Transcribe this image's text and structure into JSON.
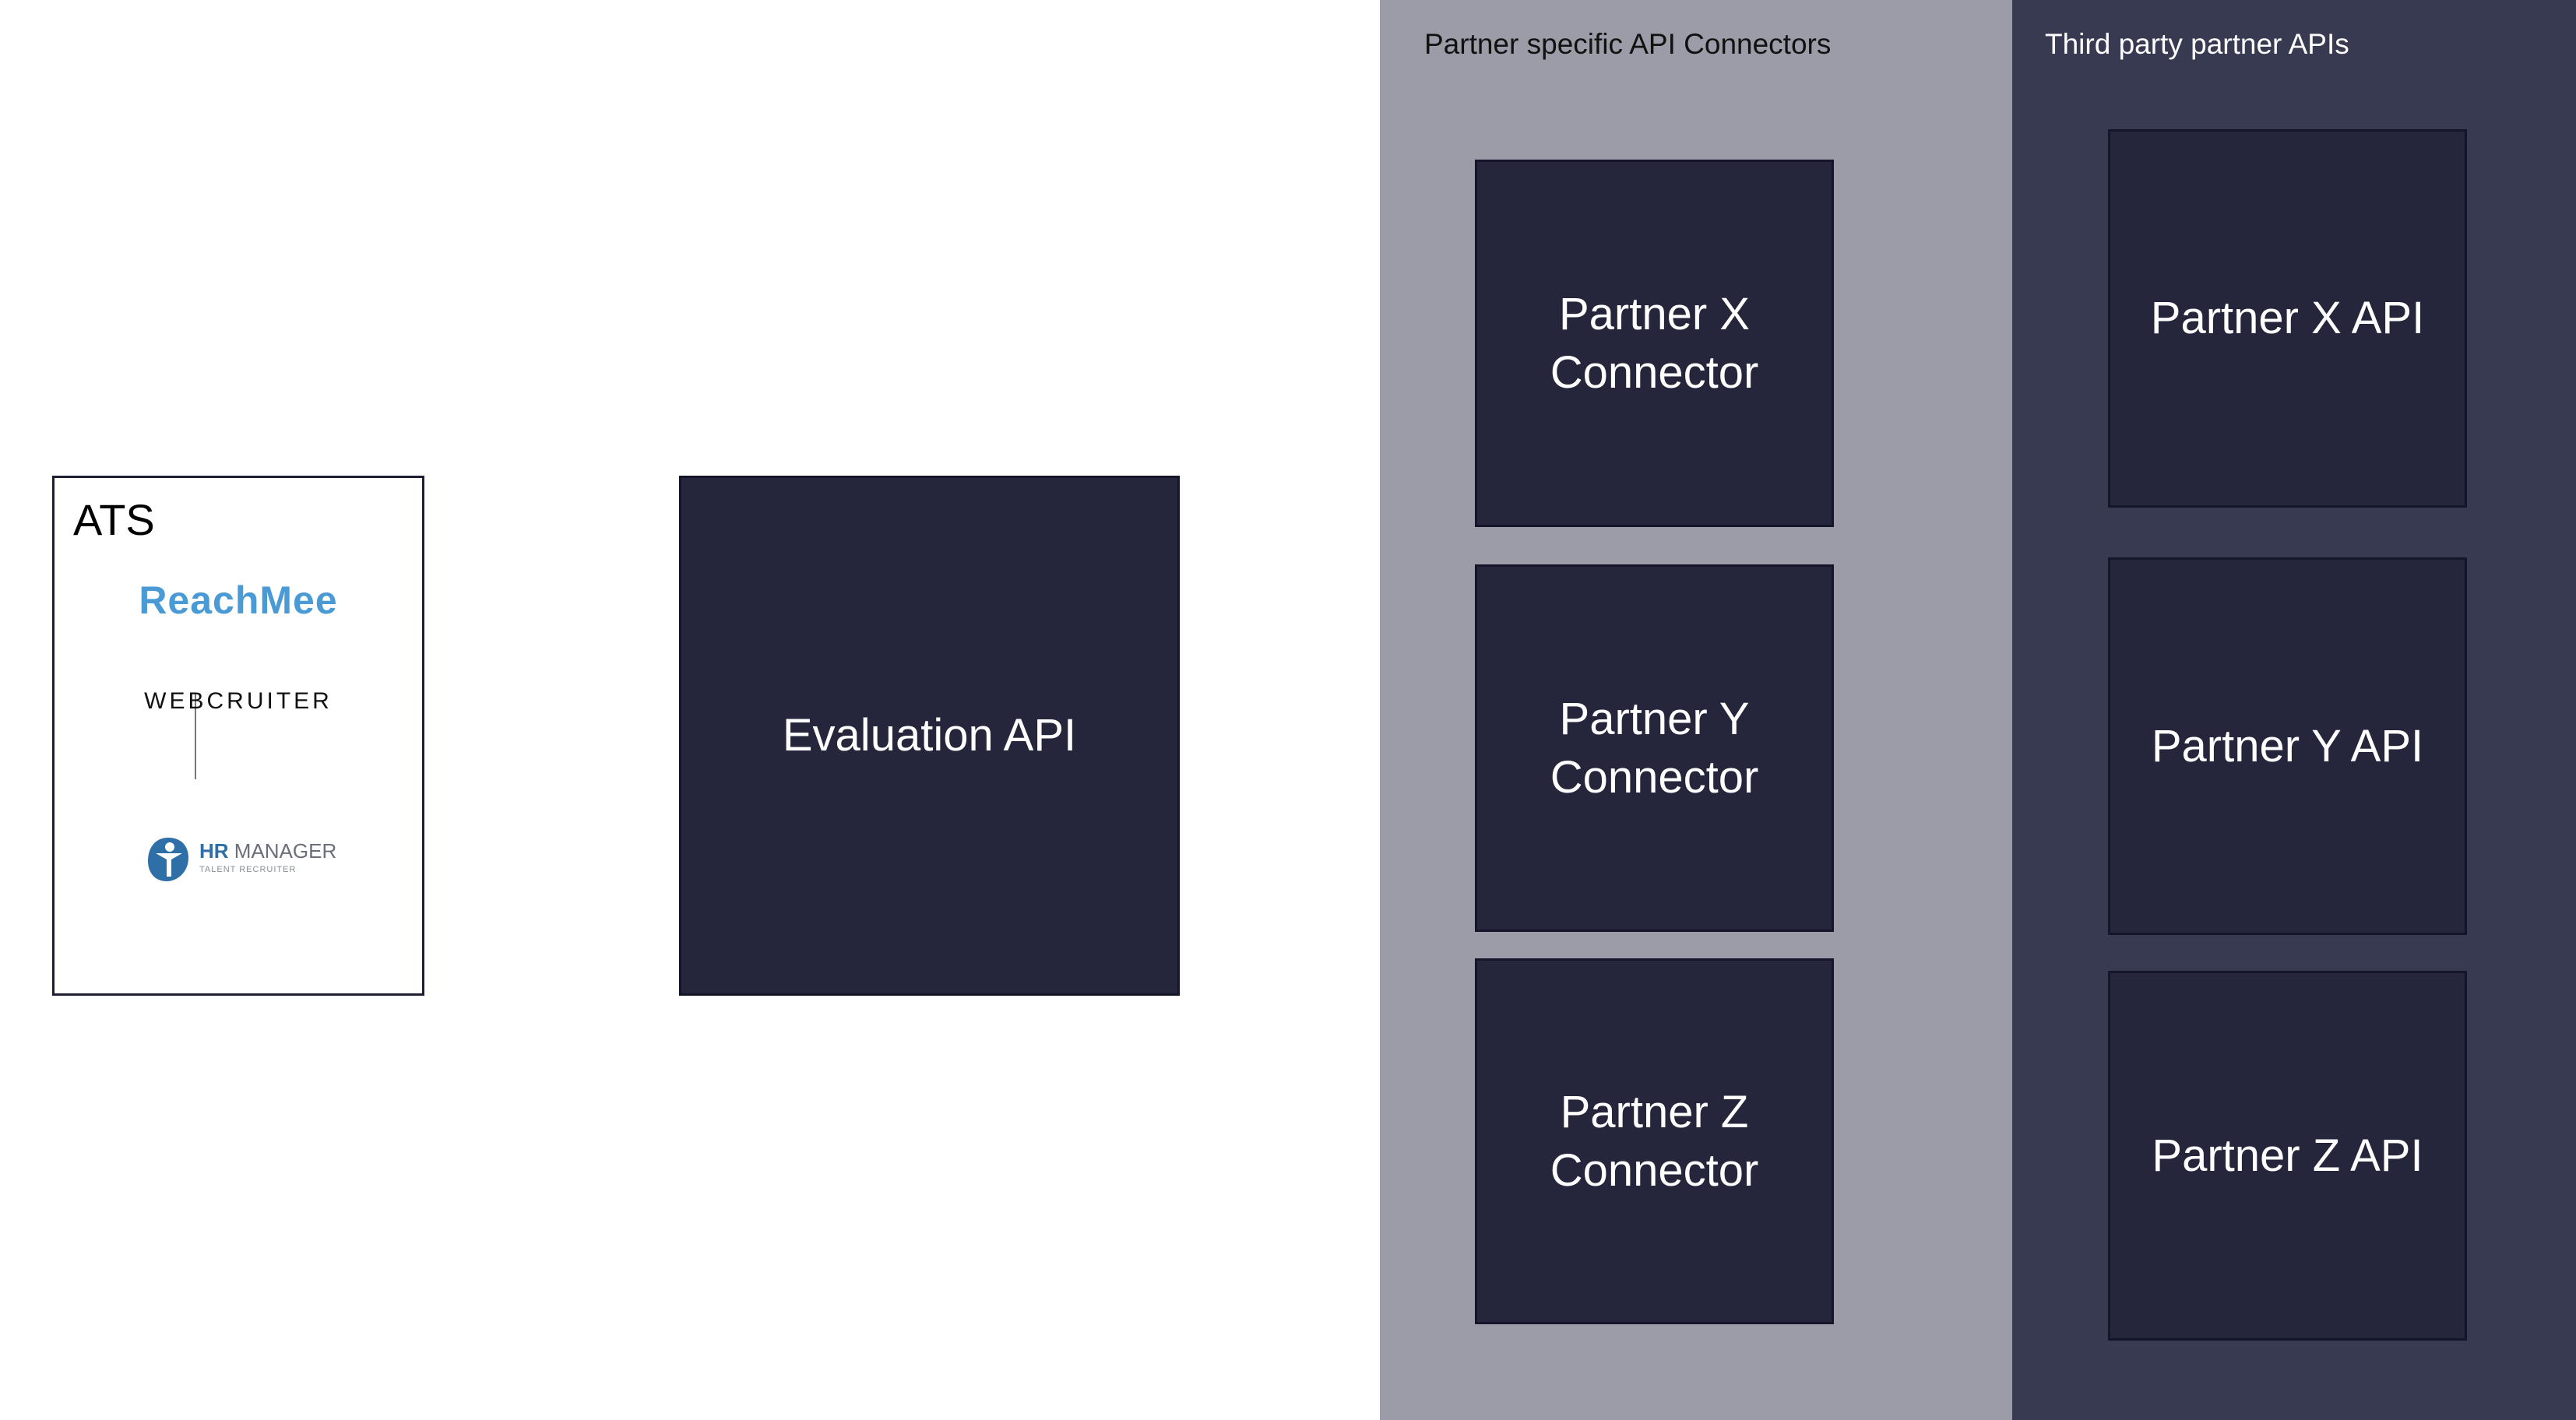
{
  "lanes": {
    "connectors_title": "Partner specific API Connectors",
    "apis_title": "Third party partner APIs"
  },
  "ats": {
    "title": "ATS",
    "logos": {
      "reachmee": "ReachMee",
      "webcruiter": "WEBCRUITER",
      "hr_manager_bold": "HR",
      "hr_manager_rest": " MANAGER",
      "hr_manager_sub": "TALENT RECRUITER"
    }
  },
  "evaluation_api": {
    "label": "Evaluation API"
  },
  "connectors": [
    {
      "line1": "Partner X",
      "line2": "Connector"
    },
    {
      "line1": "Partner Y",
      "line2": "Connector"
    },
    {
      "line1": "Partner Z",
      "line2": "Connector"
    }
  ],
  "partner_apis": [
    {
      "label": "Partner X API"
    },
    {
      "label": "Partner Y API"
    },
    {
      "label": "Partner Z API"
    }
  ],
  "colors": {
    "connectors_lane": "#9c9ca8",
    "apis_lane": "#383a52",
    "box_fill": "#25253c",
    "reachmee_blue": "#4a9ad6",
    "hr_manager_blue": "#2f6fa8"
  }
}
